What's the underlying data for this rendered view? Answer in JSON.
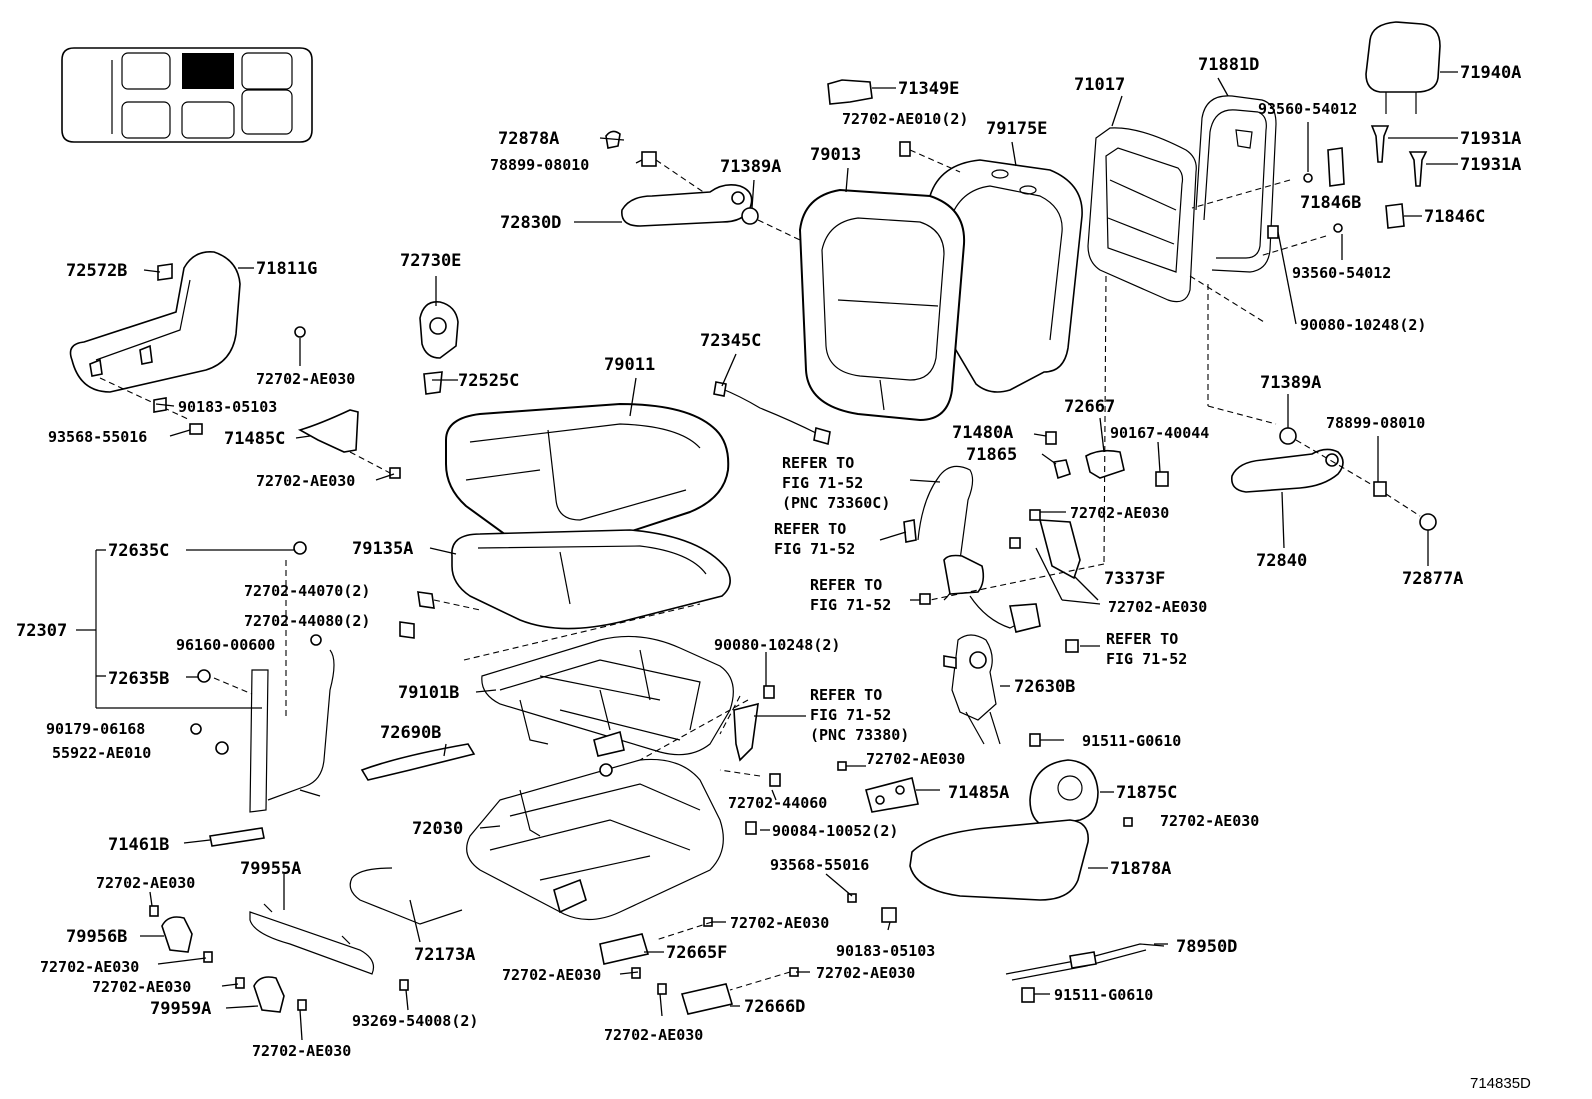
{
  "labels": {
    "p71940A": "71940A",
    "p71881D": "71881D",
    "p71017": "71017",
    "p71349E": "71349E",
    "p72702AE010_2": "72702-AE010(2)",
    "p79175E": "79175E",
    "p93560_54012a": "93560-54012",
    "p71931A_a": "71931A",
    "p71931A_b": "71931A",
    "p71846B": "71846B",
    "p71846C": "71846C",
    "p93560_54012b": "93560-54012",
    "p90080_10248_2a": "90080-10248(2)",
    "p72878A": "72878A",
    "p78899_08010a": "78899-08010",
    "p71389A_a": "71389A",
    "p79013": "79013",
    "p72830D": "72830D",
    "p72572B": "72572B",
    "p71811G": "71811G",
    "p72730E": "72730E",
    "p72702AE030_a": "72702-AE030",
    "p72525C": "72525C",
    "p90183_05103a": "90183-05103",
    "p93568_55016a": "93568-55016",
    "p71485C": "71485C",
    "p72702AE030_b": "72702-AE030",
    "p79011": "79011",
    "p72345C": "72345C",
    "p72667": "72667",
    "p71480A": "71480A",
    "p90167_40044": "90167-40044",
    "p71865": "71865",
    "p71389A_b": "71389A",
    "p78899_08010b": "78899-08010",
    "p72702AE030_c": "72702-AE030",
    "p73373F": "73373F",
    "p72840": "72840",
    "p72877A": "72877A",
    "p72702AE030_d": "72702-AE030",
    "p72635C": "72635C",
    "p79135A": "79135A",
    "p72702_44070_2": "72702-44070(2)",
    "p72702_44080_2": "72702-44080(2)",
    "p72307": "72307",
    "p96160_00600": "96160-00600",
    "p90080_10248_2b": "90080-10248(2)",
    "p72635B": "72635B",
    "p79101B": "79101B",
    "p72630B": "72630B",
    "p90179_06168": "90179-06168",
    "p72690B": "72690B",
    "p55922_AE010": "55922-AE010",
    "p91511_G0610a": "91511-G0610",
    "p72702AE030_e": "72702-AE030",
    "p71485A": "71485A",
    "p71875C": "71875C",
    "p72702_44060": "72702-44060",
    "p72702AE030_f": "72702-AE030",
    "p71461B": "71461B",
    "p72030": "72030",
    "p90084_10052_2": "90084-10052(2)",
    "p71878A": "71878A",
    "p93568_55016b": "93568-55016",
    "p79955A": "79955A",
    "p72702AE030_g": "72702-AE030",
    "p79956B": "79956B",
    "p72702AE030_h": "72702-AE030",
    "p72173A": "72173A",
    "p90183_05103b": "90183-05103",
    "p72665F": "72665F",
    "p78950D": "78950D",
    "p72702AE030_i": "72702-AE030",
    "p72702AE030_j": "72702-AE030",
    "p72702AE030_k": "72702-AE030",
    "p91511_G0610b": "91511-G0610",
    "p79959A": "79959A",
    "p93269_54008_2": "93269-54008(2)",
    "p72666D": "72666D",
    "p72702AE030_l": "72702-AE030",
    "p72702AE030_m": "72702-AE030"
  },
  "refer": {
    "r1_line1": "REFER TO",
    "r1_line2": "FIG 71-52",
    "r1_line3": "(PNC 73360C)",
    "r2_line1": "REFER TO",
    "r2_line2": "FIG 71-52",
    "r3_line1": "REFER TO",
    "r3_line2": "FIG 71-52",
    "r4_line1": "REFER TO",
    "r4_line2": "FIG 71-52",
    "r5_line1": "REFER TO",
    "r5_line2": "FIG 71-52",
    "r5_line3": "(PNC 73380)"
  },
  "figure_id": "714835D"
}
